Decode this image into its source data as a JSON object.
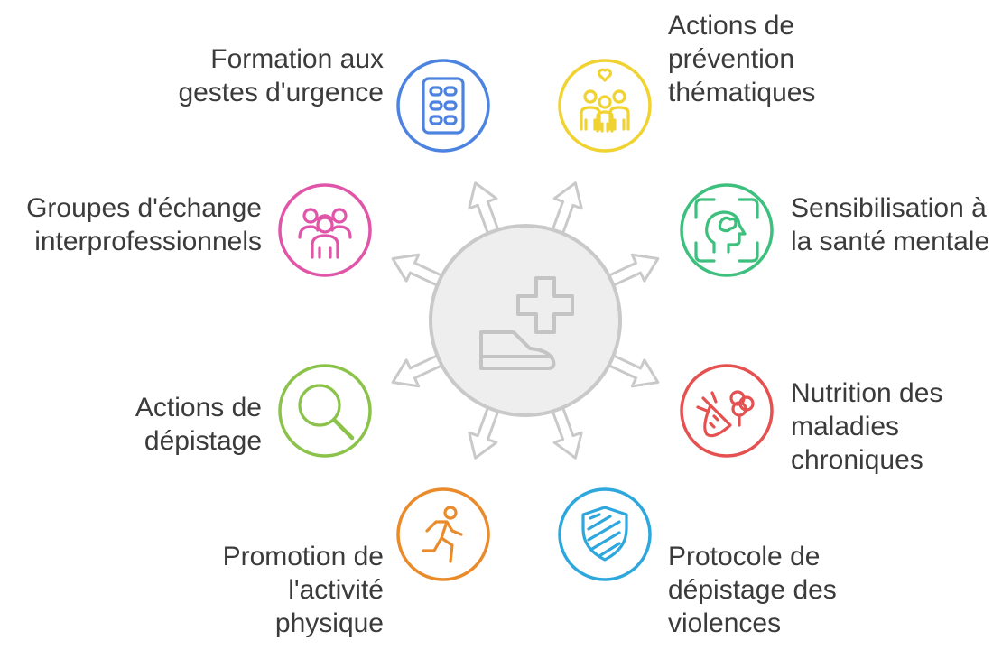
{
  "center": {
    "icon": "medical-cross-and-shoe-icon"
  },
  "items": [
    {
      "key": "formation",
      "lines": [
        "Formation aux",
        "gestes d'urgence"
      ],
      "icon": "pill-blister-icon",
      "color": "#4d83e0"
    },
    {
      "key": "prevention",
      "lines": [
        "Actions de",
        "prévention",
        "thématiques"
      ],
      "icon": "family-heart-icon",
      "color": "#f0d231"
    },
    {
      "key": "sante-mentale",
      "lines": [
        "Sensibilisation à",
        "la santé mentale"
      ],
      "icon": "head-brain-icon",
      "color": "#3dbf7d"
    },
    {
      "key": "nutrition",
      "lines": [
        "Nutrition des",
        "maladies",
        "chroniques"
      ],
      "icon": "carrot-broccoli-icon",
      "color": "#e55050"
    },
    {
      "key": "violences",
      "lines": [
        "Protocole de",
        "dépistage des",
        "violences"
      ],
      "icon": "shield-icon",
      "color": "#2ea7dc"
    },
    {
      "key": "activite",
      "lines": [
        "Promotion de",
        "l'activité",
        "physique"
      ],
      "icon": "running-person-icon",
      "color": "#e98a2b"
    },
    {
      "key": "depistage",
      "lines": [
        "Actions de",
        "dépistage"
      ],
      "icon": "magnifier-icon",
      "color": "#8bc34a"
    },
    {
      "key": "echange",
      "lines": [
        "Groupes d'échange",
        "interprofessionnels"
      ],
      "icon": "group-people-icon",
      "color": "#e055a8"
    }
  ]
}
